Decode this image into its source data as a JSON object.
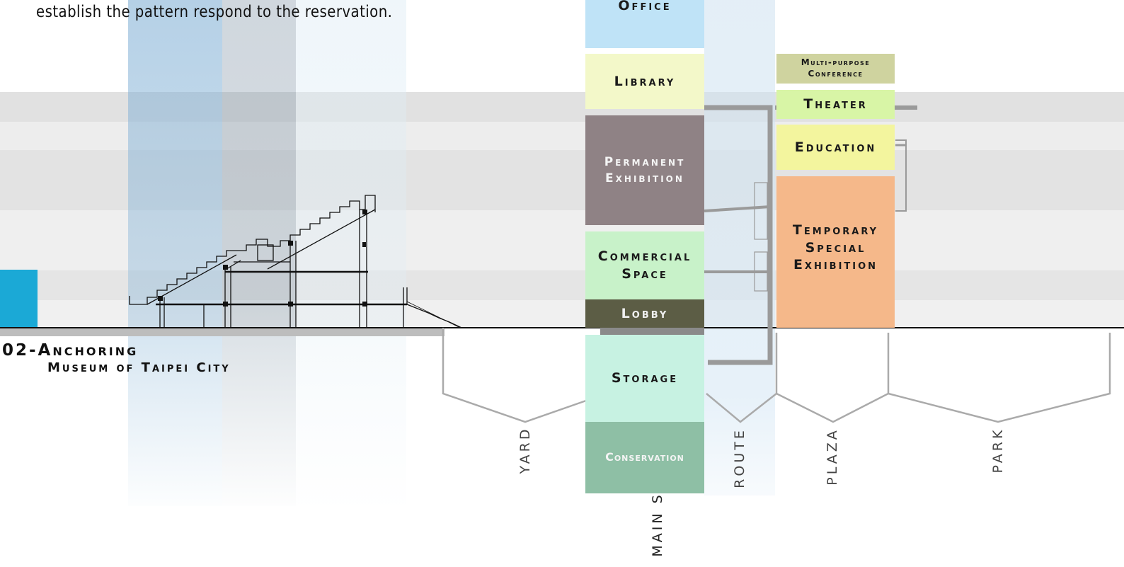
{
  "intro_text": "establish the pattern respond to the reservation.",
  "title": {
    "line1": "02-Anchoring",
    "line2": "Museum of Taipei City"
  },
  "program": {
    "office": "Office",
    "library": "Library",
    "permanent_exhibition": [
      "Permanent",
      "Exhibition"
    ],
    "commercial_space": [
      "Commercial",
      "Space"
    ],
    "lobby": "Lobby",
    "storage": "Storage",
    "conservation": "Conservation",
    "multipurpose_conference": [
      "Multi-purpose",
      "Conference"
    ],
    "theater": "Theater",
    "education": "Education",
    "temporary_special_exhibition": [
      "Temporary",
      "Special",
      "Exhibition"
    ]
  },
  "zones": {
    "yard": "YARD",
    "main": "MAIN S",
    "route": "ROUTE",
    "plaza": "PLAZA",
    "park": "PARK"
  },
  "colors": {
    "office": "#bfe3f7",
    "library": "#f3f8c9",
    "permanent_exhibition": "#8f8285",
    "commercial_space": "#c8f2c9",
    "lobby": "#5c5d45",
    "storage": "#c7f2e2",
    "conservation": "#8ebfa5",
    "multipurpose_conference": "#cfd39f",
    "theater": "#d8f5a6",
    "education": "#f3f59e",
    "temporary_special_exhibition": "#f5b88a",
    "anchor_block": "#1ba9d6"
  }
}
